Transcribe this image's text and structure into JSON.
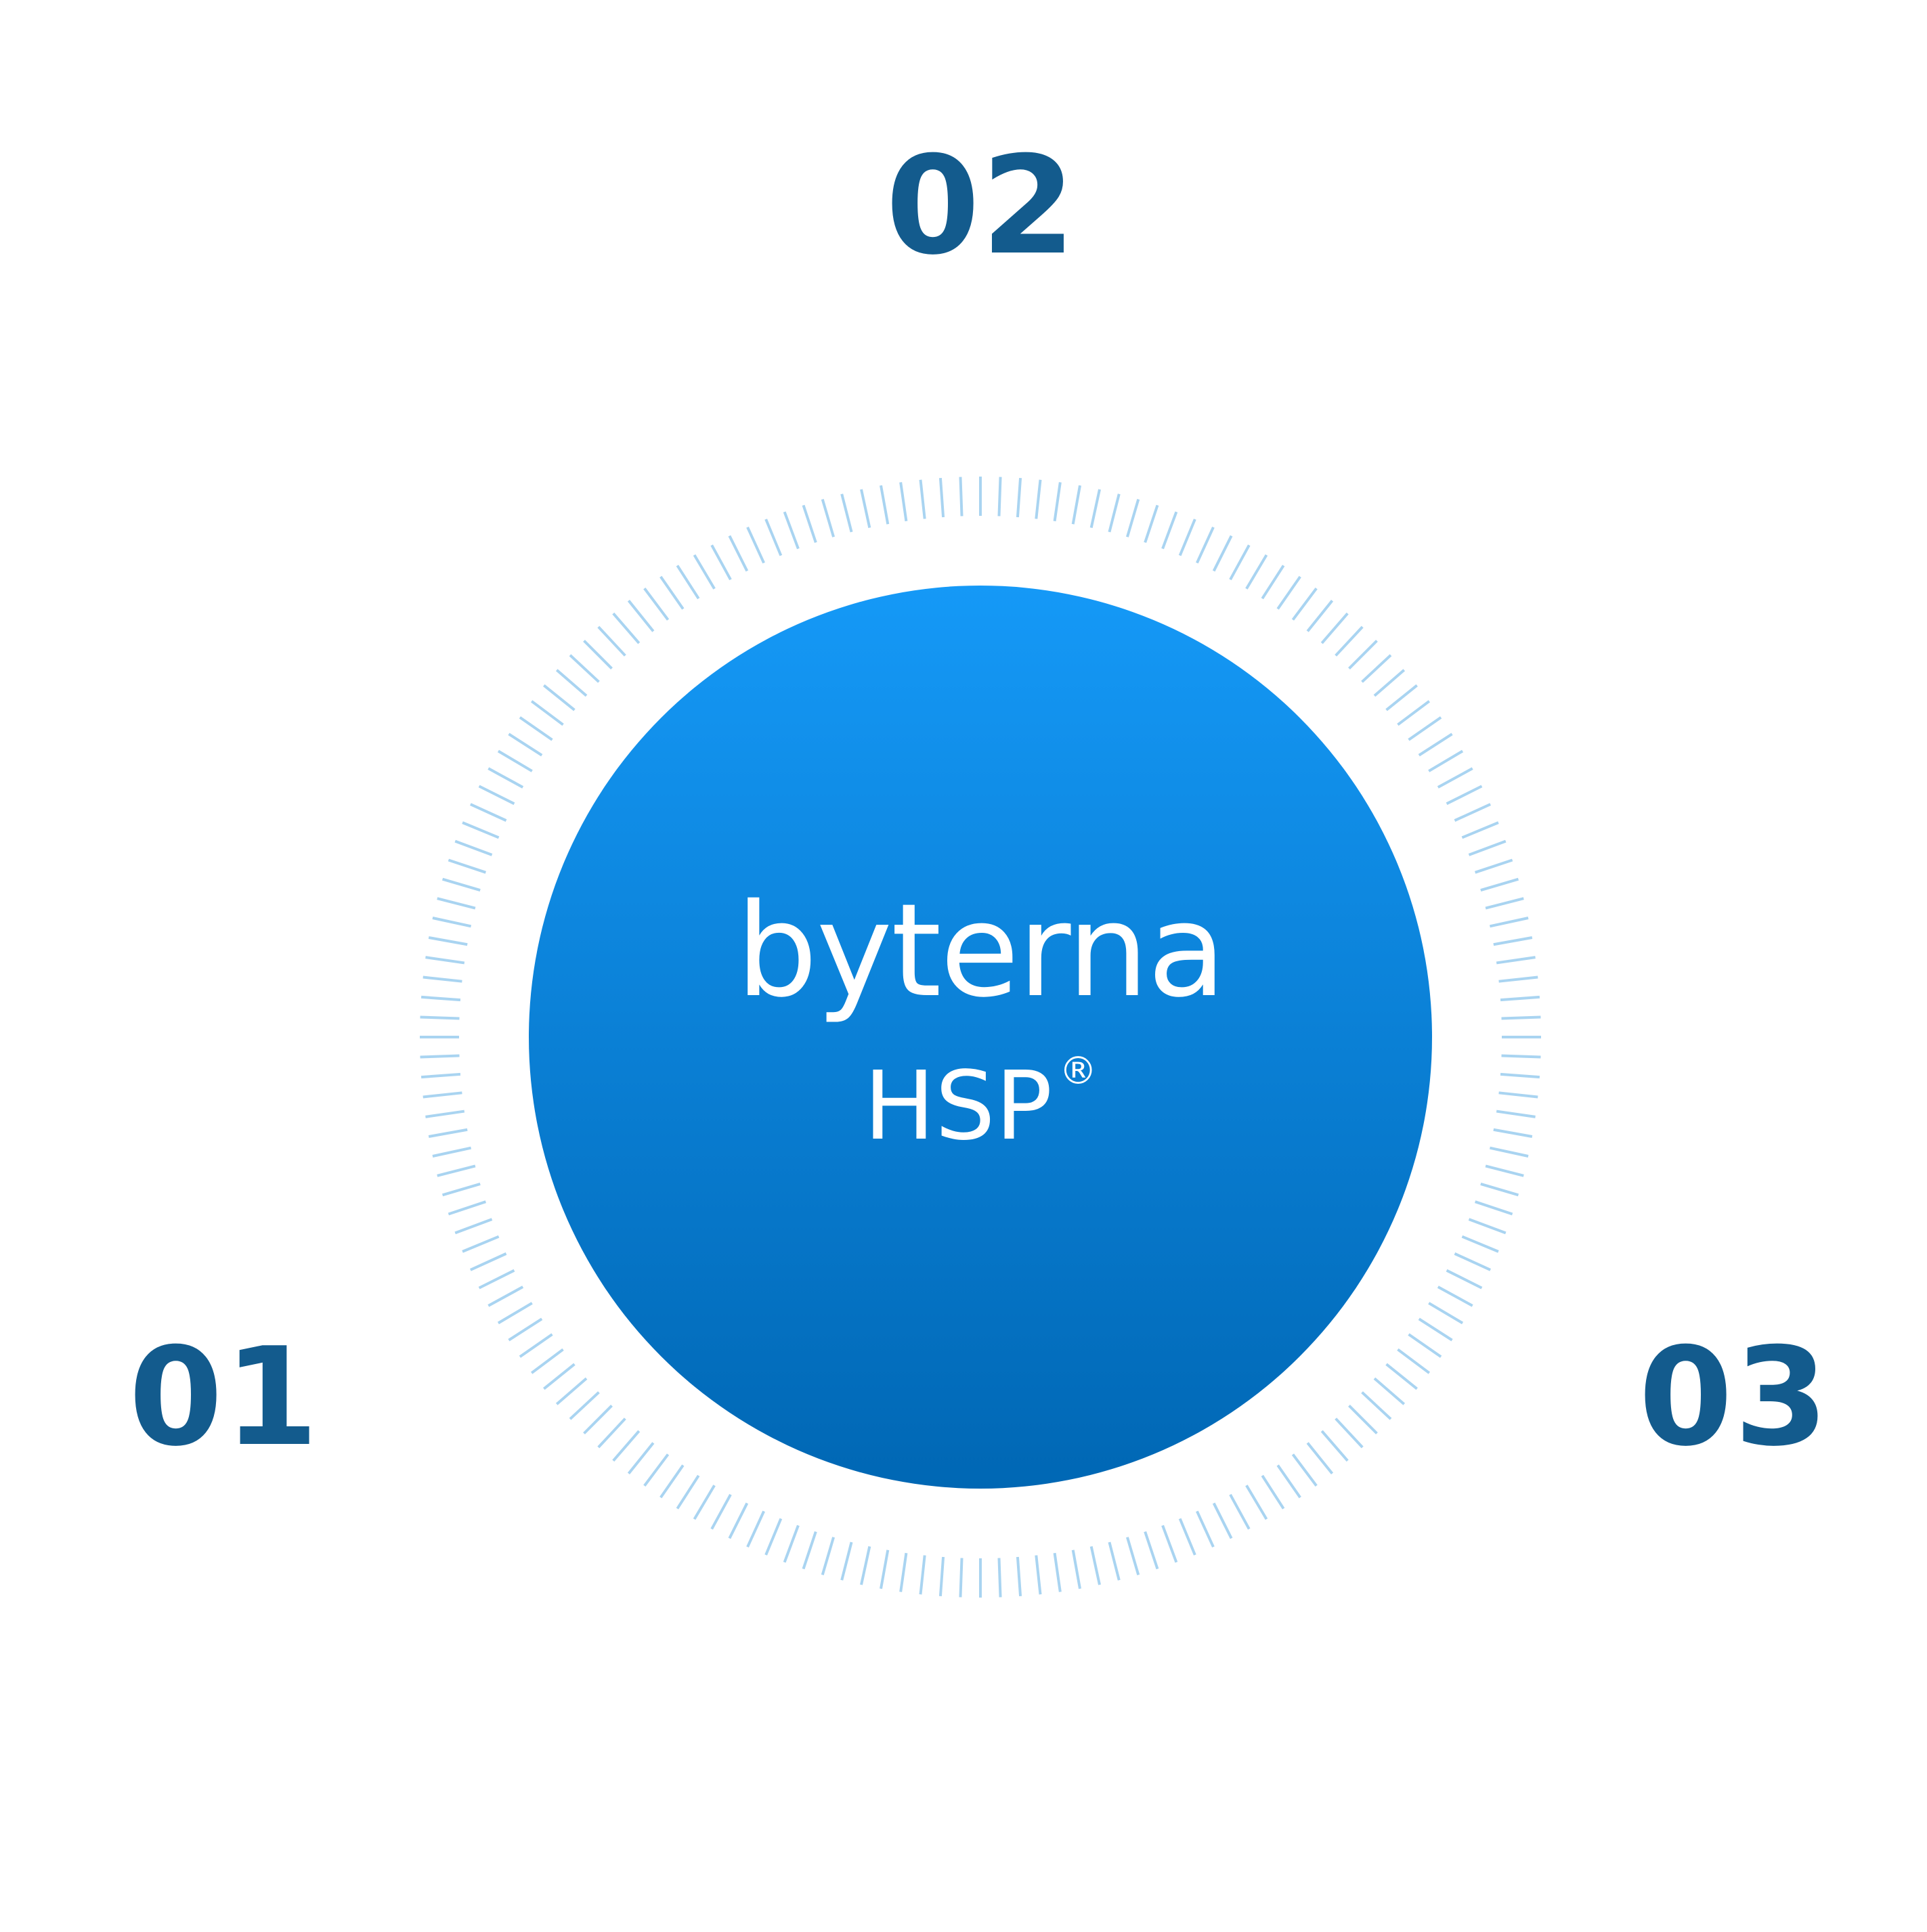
{
  "steps": {
    "left": "01",
    "top": "02",
    "right": "03"
  },
  "center": {
    "brand": "byterna",
    "product": "HSP",
    "registered_mark": "®"
  },
  "colors": {
    "number_color": "#135b8d",
    "circle_gradient_top": "#1599f7",
    "circle_gradient_bottom": "#0067b4",
    "tick_color": "#a9d4f1",
    "text_on_circle": "#ffffff"
  }
}
